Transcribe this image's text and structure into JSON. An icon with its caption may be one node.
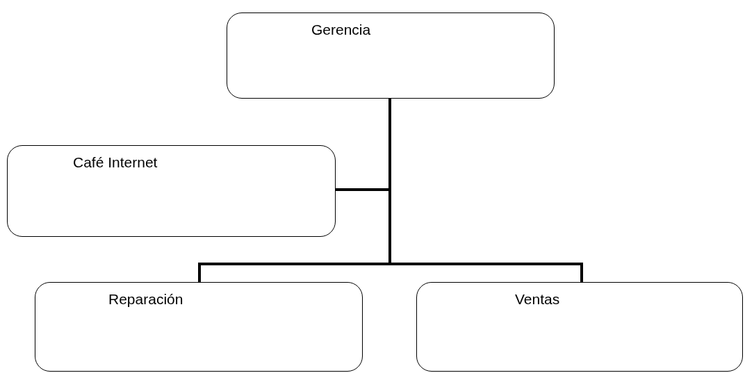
{
  "diagram": {
    "nodes": [
      {
        "text": [
          "Gerencia"
        ]
      },
      {
        "text": [
          "Café Internet"
        ]
      },
      {
        "text": [
          "Reparación"
        ]
      },
      {
        "text": [
          "Ventas"
        ]
      }
    ],
    "edges": [
      {
        "from": 0,
        "to": 1,
        "arrow": "none"
      },
      {
        "from": 0,
        "to": 2,
        "arrow": "none"
      },
      {
        "from": 0,
        "to": 3,
        "arrow": "none"
      }
    ]
  }
}
